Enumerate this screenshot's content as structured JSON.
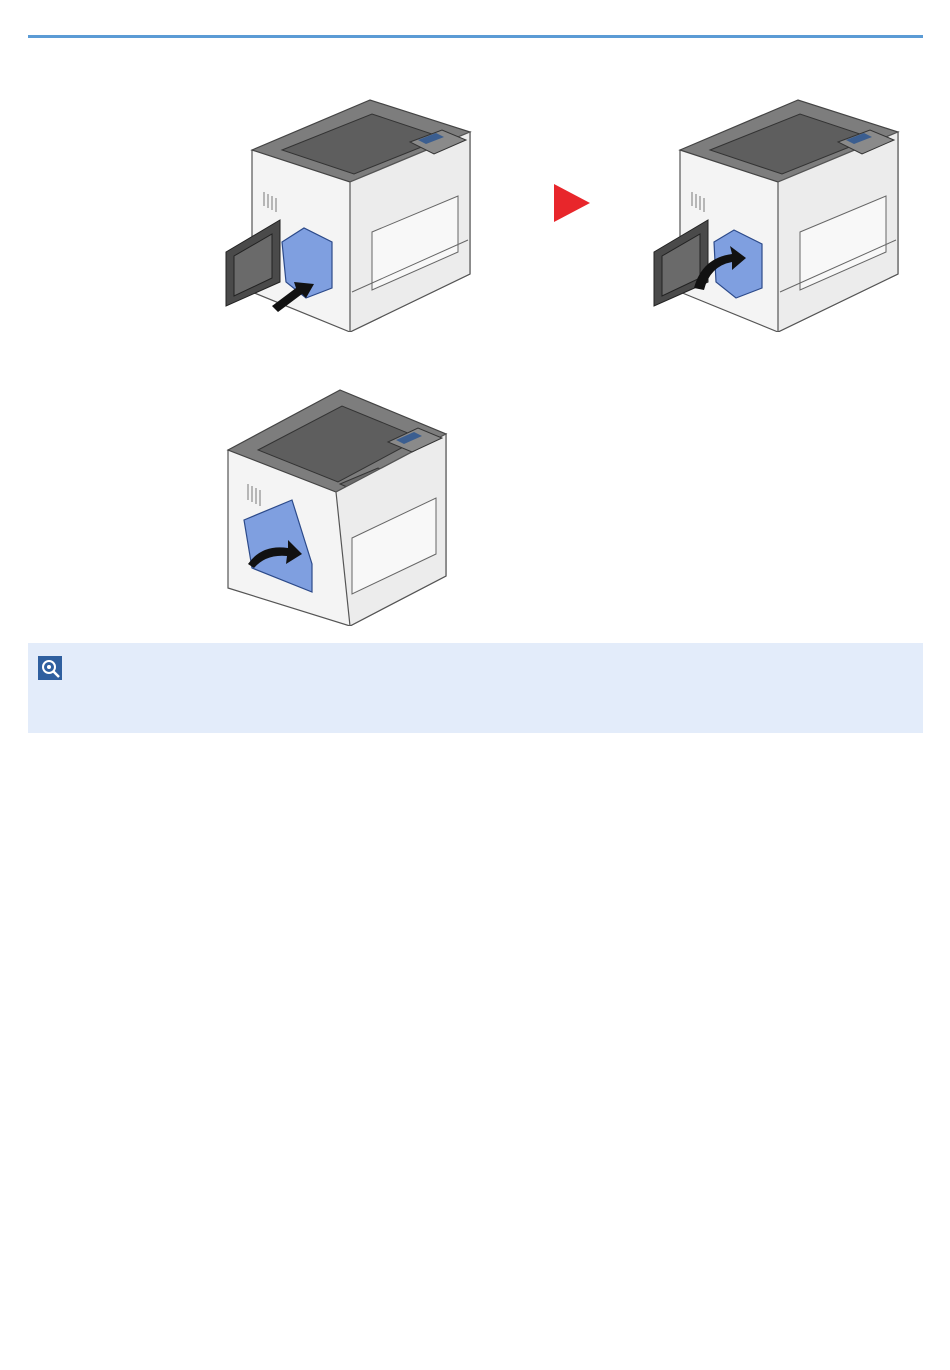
{
  "page": {
    "accent_color": "#5b9bd5",
    "step_arrow_color": "#e8262b",
    "cartridge_color": "#7f9fe0"
  },
  "figures": [
    {
      "name": "insert-waste-toner-box",
      "icons": [
        "printer-illustration",
        "push-arrow-icon"
      ]
    },
    {
      "name": "close-waste-toner-cover",
      "icons": [
        "printer-illustration",
        "curved-arrow-icon"
      ]
    },
    {
      "name": "close-left-cover",
      "icons": [
        "printer-illustration",
        "curved-arrow-icon"
      ]
    }
  ],
  "note": {
    "icon": "note-icon",
    "background_color": "#e3ecfa",
    "text": ""
  }
}
